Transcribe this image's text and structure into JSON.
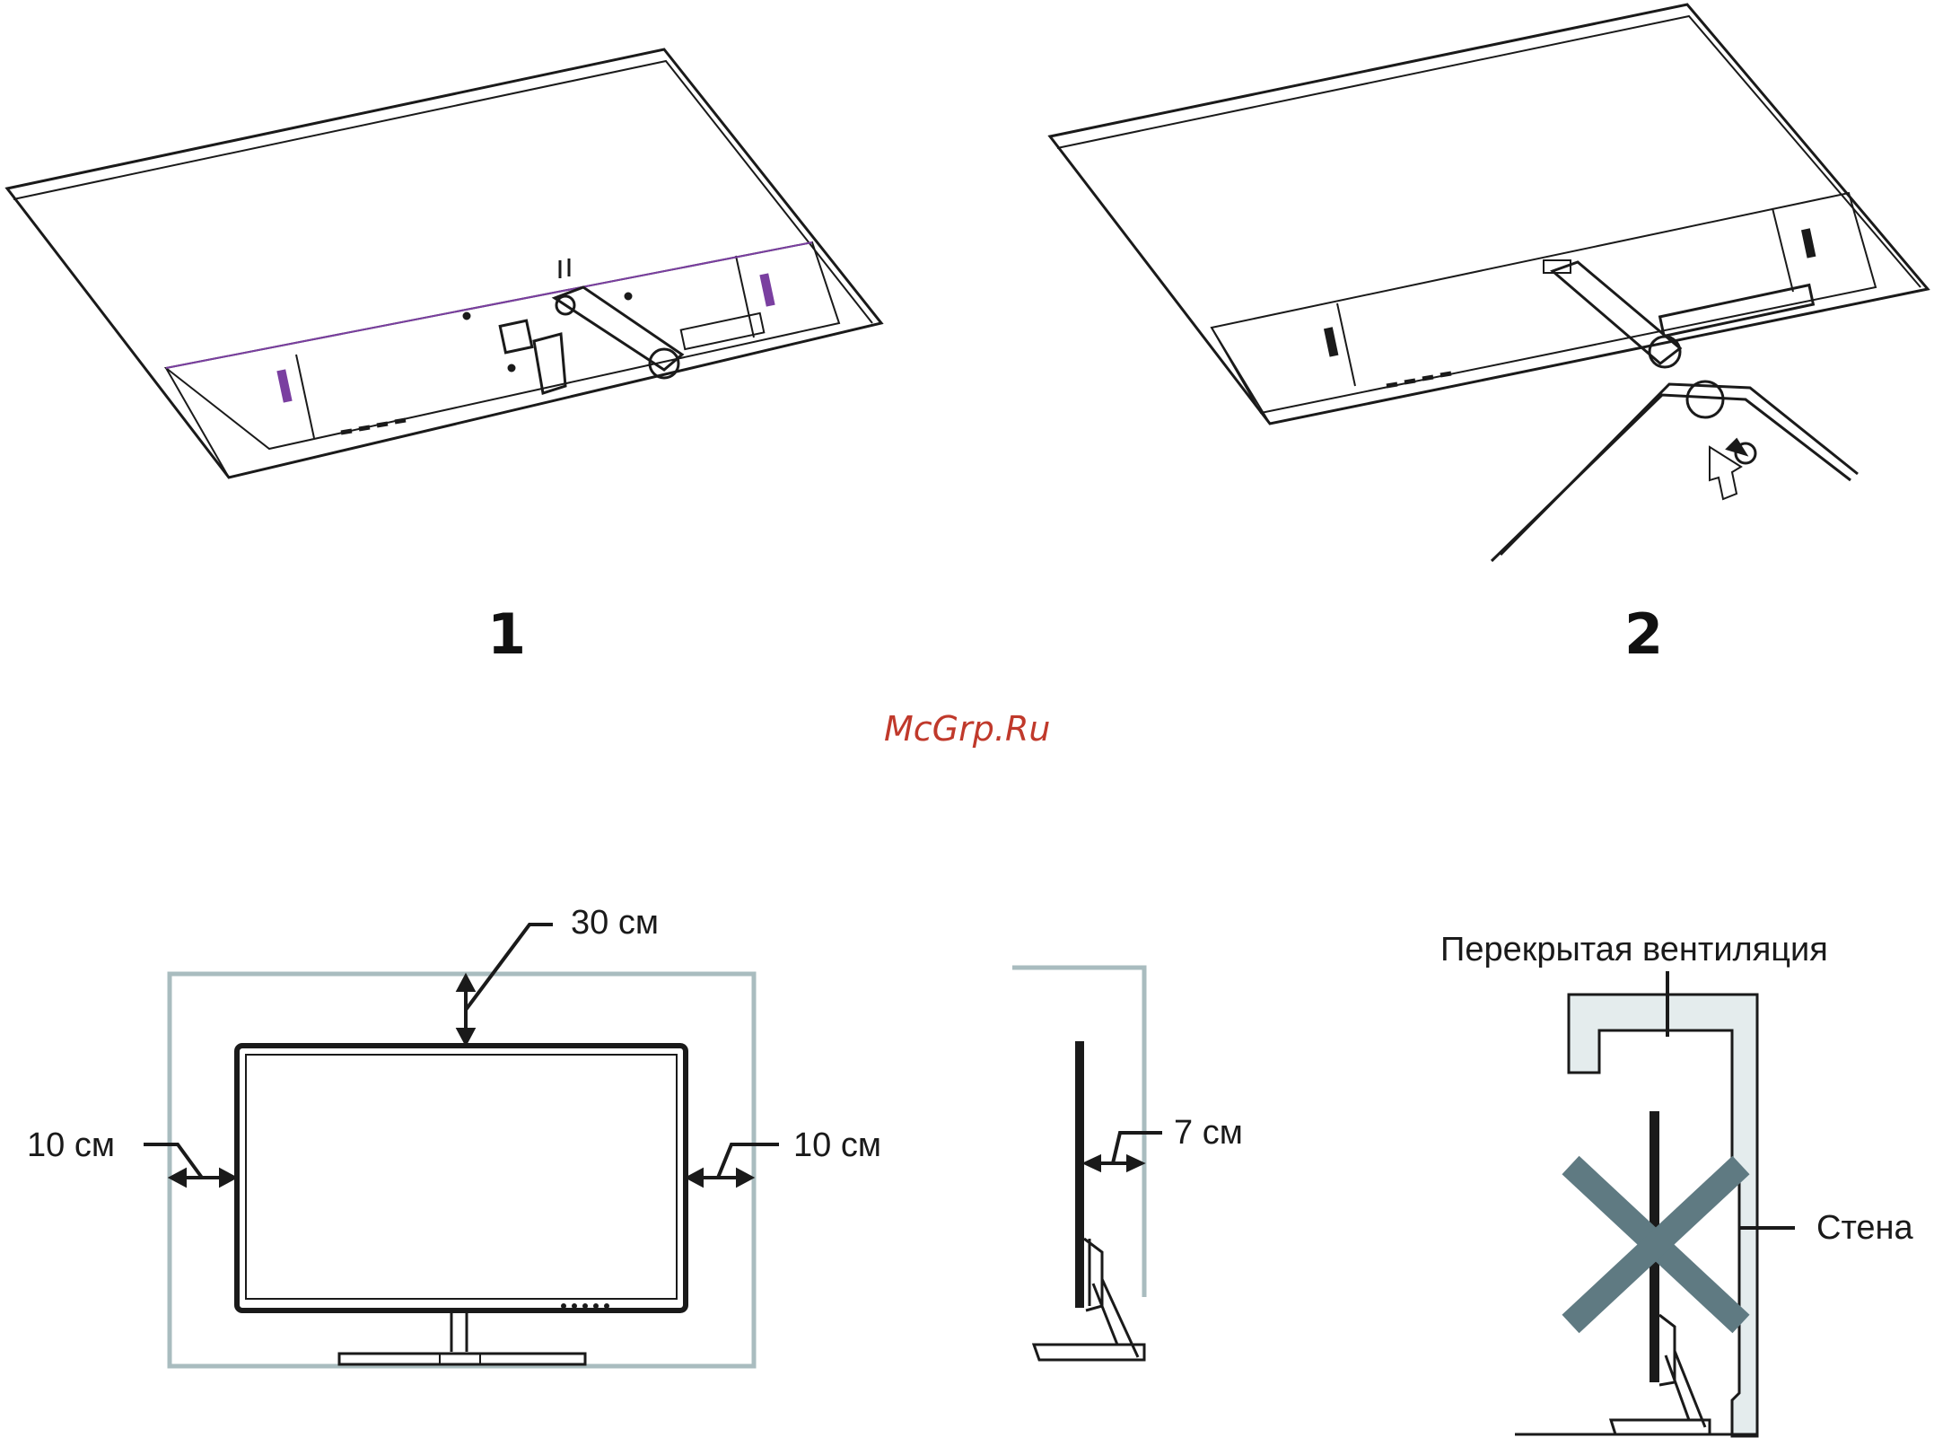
{
  "steps": {
    "step1": "1",
    "step2": "2"
  },
  "watermark": "McGrp.Ru",
  "clearance": {
    "top": "30 см",
    "left": "10 см",
    "right": "10 см",
    "rear": "7 см"
  },
  "warning": {
    "blocked_vent": "Перекрытая вентиляция",
    "wall": "Стена"
  },
  "colors": {
    "line": "#1a1a1a",
    "clearance_box": "#a9bcbf",
    "cross": "#5f7a82",
    "accent_purple": "#7a3fa0",
    "watermark": "#c0392b"
  }
}
